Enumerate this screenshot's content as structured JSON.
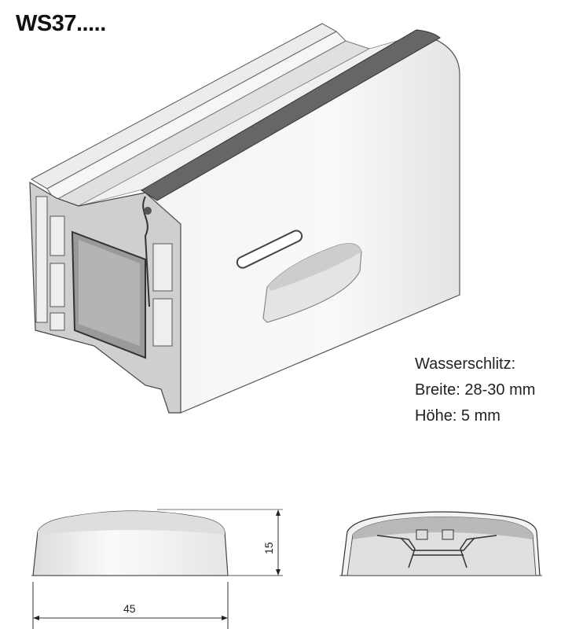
{
  "title": "WS37.....",
  "spec": {
    "heading": "Wasserschlitz:",
    "width_line": "Breite: 28-30 mm",
    "height_line": "Höhe: 5 mm"
  },
  "dimensions": {
    "width": "45",
    "height": "15"
  }
}
